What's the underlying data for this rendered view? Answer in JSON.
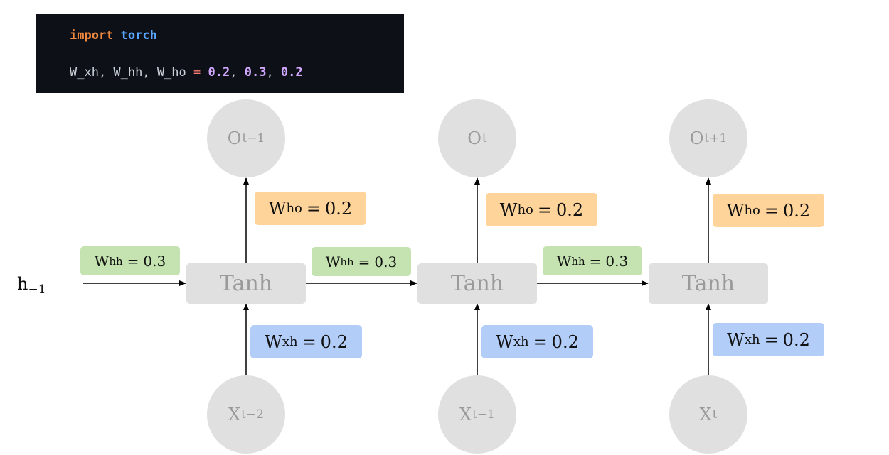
{
  "code": {
    "line1": {
      "keyword": "import",
      "module": "torch"
    },
    "line2": {
      "vars": "W_xh, W_hh, W_ho",
      "eq": "=",
      "v1": "0.2",
      "v2": "0.3",
      "v3": "0.2",
      "sep": ", "
    }
  },
  "initial_state": {
    "base": "h",
    "sub": "−1"
  },
  "outputs": [
    {
      "base": "O",
      "sub": "t−1"
    },
    {
      "base": "O",
      "sub": "t"
    },
    {
      "base": "O",
      "sub": "t+1"
    }
  ],
  "inputs": [
    {
      "base": "X",
      "sub": "t−2"
    },
    {
      "base": "X",
      "sub": "t−1"
    },
    {
      "base": "X",
      "sub": "t"
    }
  ],
  "cells": [
    "Tanh",
    "Tanh",
    "Tanh"
  ],
  "weights": {
    "ho": {
      "base": "W",
      "sub": "ho",
      "eq": "=",
      "value": "0.2"
    },
    "xh": {
      "base": "W",
      "sub": "xh",
      "eq": "=",
      "value": "0.2"
    },
    "hh": {
      "base": "W",
      "sub": "hh",
      "eq": "=",
      "value": "0.3"
    }
  },
  "colors": {
    "ho_box": "#ffd49a",
    "xh_box": "#b3cdf9",
    "hh_box": "#c4e3b0",
    "node": "#e0e0e0",
    "code_bg": "#0d1117"
  }
}
